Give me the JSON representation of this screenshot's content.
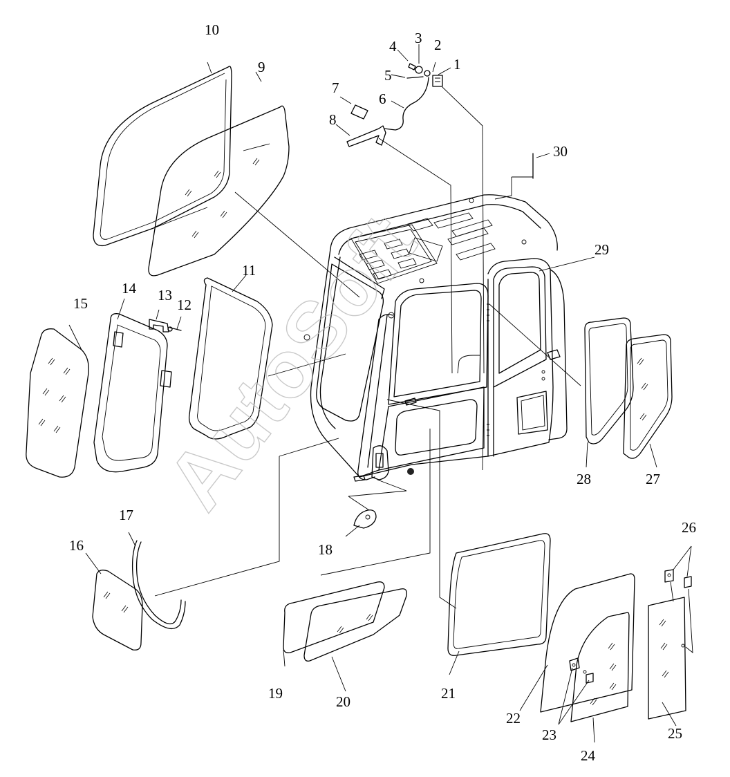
{
  "diagram": {
    "watermark": "AutoSoft",
    "labels": [
      "1",
      "2",
      "3",
      "4",
      "5",
      "6",
      "7",
      "8",
      "9",
      "10",
      "11",
      "12",
      "13",
      "14",
      "15",
      "16",
      "17",
      "18",
      "19",
      "20",
      "21",
      "22",
      "23",
      "24",
      "25",
      "26",
      "27",
      "28",
      "29",
      "30"
    ]
  }
}
